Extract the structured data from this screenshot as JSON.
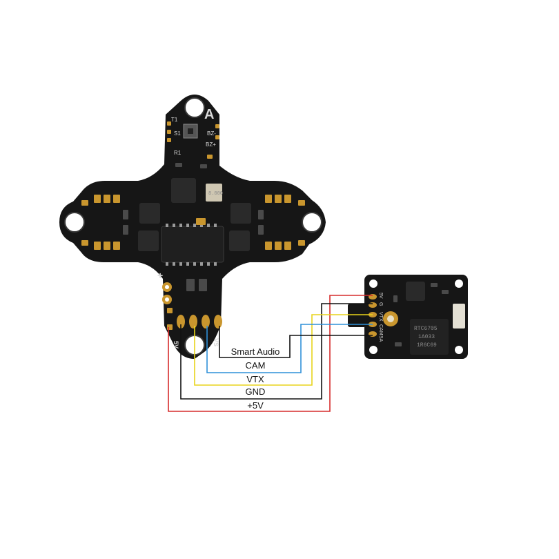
{
  "colors": {
    "background": "#ffffff",
    "pcb": "#161616",
    "pad_gold": "#c9962e",
    "chip": "#2a2a2a",
    "wire_smart_audio": "#111111",
    "wire_cam": "#2f90d8",
    "wire_vtx": "#e8d41a",
    "wire_gnd": "#111111",
    "wire_5v": "#d62b2b"
  },
  "flight_controller": {
    "logo_glyph": "A",
    "silk_labels": {
      "t1": "T1",
      "s1": "S1",
      "r1": "R1",
      "bz_minus": "BZ-",
      "bz_plus": "BZ+",
      "crystal": "8.000",
      "plus": "+",
      "pad_5v": "5V",
      "pad_vs": "VS"
    }
  },
  "vtx_module": {
    "chip_text": [
      "RTC6705",
      "1A033",
      "1R6C69"
    ],
    "silk_labels": {
      "sa": "SA",
      "cam": "CAM",
      "vtx": "VTX",
      "gnd": "G",
      "v5": "5V"
    }
  },
  "wires": [
    {
      "id": "smart-audio",
      "label": "Smart Audio"
    },
    {
      "id": "cam",
      "label": "CAM"
    },
    {
      "id": "vtx",
      "label": "VTX"
    },
    {
      "id": "gnd",
      "label": "GND"
    },
    {
      "id": "v5",
      "label": "+5V"
    }
  ]
}
